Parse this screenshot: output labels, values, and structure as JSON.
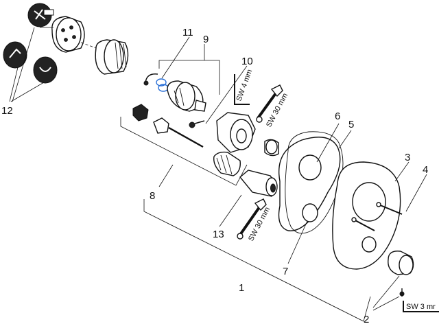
{
  "callouts": {
    "c1": "1",
    "c2": "2",
    "c3": "3",
    "c4": "4",
    "c5": "5",
    "c6": "6",
    "c7": "7",
    "c8": "8",
    "c9": "9",
    "c10": "10",
    "c11": "11",
    "c12": "12",
    "c13": "13"
  },
  "tool_labels": {
    "hex_4": "SW 4 mm",
    "wrench_30_top": "SW 30 mm",
    "wrench_30_bottom": "SW 30 mm",
    "hex_3": "SW 3 mr"
  },
  "colors": {
    "line": "#111111",
    "o_ring": "#2a6fd6"
  }
}
